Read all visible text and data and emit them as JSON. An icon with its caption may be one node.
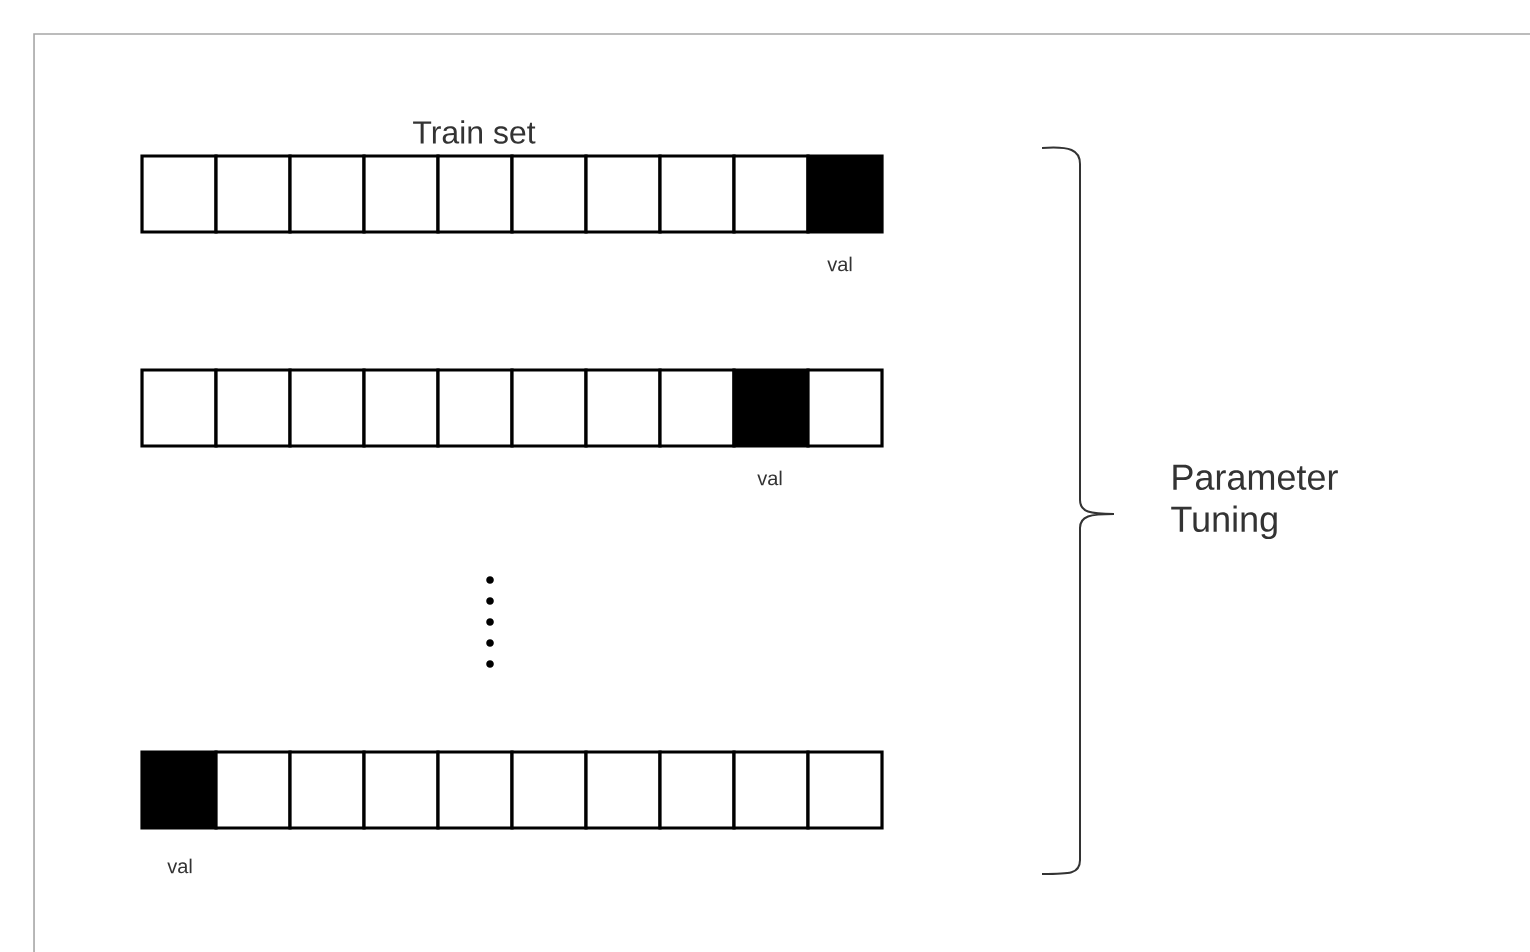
{
  "diagram": {
    "labels": [
      "Train set",
      "val",
      "val",
      "val",
      "Parameter Tuning"
    ]
  }
}
